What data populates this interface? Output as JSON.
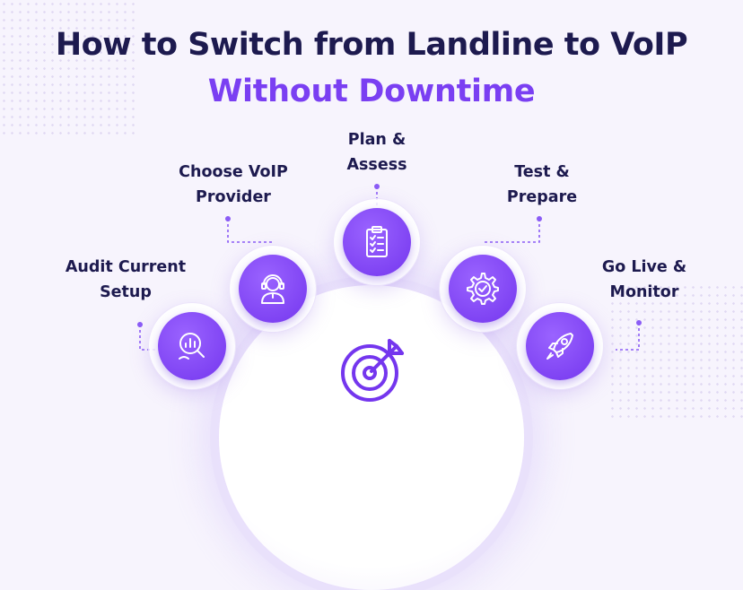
{
  "title": {
    "line1": "How to Switch from Landline to VoIP",
    "line2": "Without Downtime"
  },
  "colors": {
    "heading_dark": "#1d1a4f",
    "accent_purple": "#7a3ff2",
    "background": "#f7f4fd"
  },
  "steps": [
    {
      "line1": "Audit Current",
      "line2": "Setup",
      "icon": "chart-magnifier-icon"
    },
    {
      "line1": "Choose VoIP",
      "line2": "Provider",
      "icon": "headset-agent-icon"
    },
    {
      "line1": "Plan &",
      "line2": "Assess",
      "icon": "clipboard-checklist-icon"
    },
    {
      "line1": "Test &",
      "line2": "Prepare",
      "icon": "gear-check-icon"
    },
    {
      "line1": "Go Live &",
      "line2": "Monitor",
      "icon": "rocket-icon"
    }
  ],
  "hub": {
    "icon": "target-arrow-icon"
  }
}
